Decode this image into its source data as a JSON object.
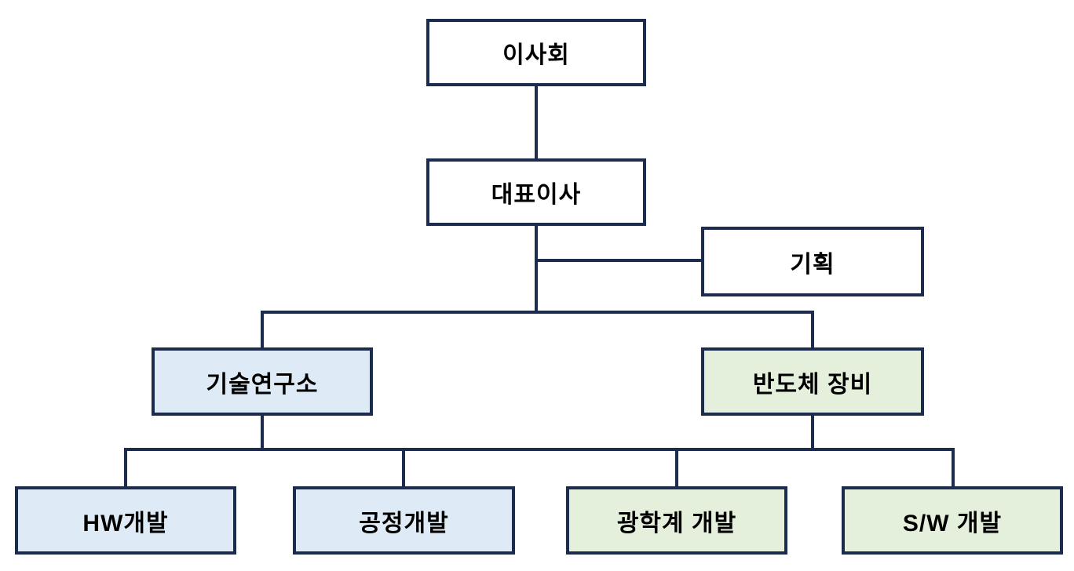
{
  "diagram": {
    "type": "org-chart",
    "nodes": {
      "board": {
        "label": "이사회",
        "fill": "#ffffff"
      },
      "ceo": {
        "label": "대표이사",
        "fill": "#ffffff"
      },
      "planning": {
        "label": "기획",
        "fill": "#ffffff"
      },
      "tech_lab": {
        "label": "기술연구소",
        "fill": "#deeaf6"
      },
      "semi_equip": {
        "label": "반도체 장비",
        "fill": "#e4efdc"
      },
      "hw_dev": {
        "label": "HW개발",
        "fill": "#deeaf6"
      },
      "process_dev": {
        "label": "공정개발",
        "fill": "#deeaf6"
      },
      "optics_dev": {
        "label": "광학계 개발",
        "fill": "#e4efdc"
      },
      "sw_dev": {
        "label": "S/W 개발",
        "fill": "#e4efdc"
      }
    },
    "edges": [
      {
        "from": "board",
        "to": "ceo"
      },
      {
        "from": "ceo",
        "to": "planning"
      },
      {
        "from": "ceo",
        "to": "tech_lab"
      },
      {
        "from": "ceo",
        "to": "semi_equip"
      },
      {
        "from": "tech_lab",
        "to": "hw_dev"
      },
      {
        "from": "tech_lab",
        "to": "process_dev"
      },
      {
        "from": "semi_equip",
        "to": "optics_dev"
      },
      {
        "from": "semi_equip",
        "to": "sw_dev"
      }
    ],
    "colors": {
      "line": "#1b2c4f",
      "white_fill": "#ffffff",
      "blue_fill": "#deeaf6",
      "green_fill": "#e4efdc",
      "text": "#000000"
    }
  }
}
